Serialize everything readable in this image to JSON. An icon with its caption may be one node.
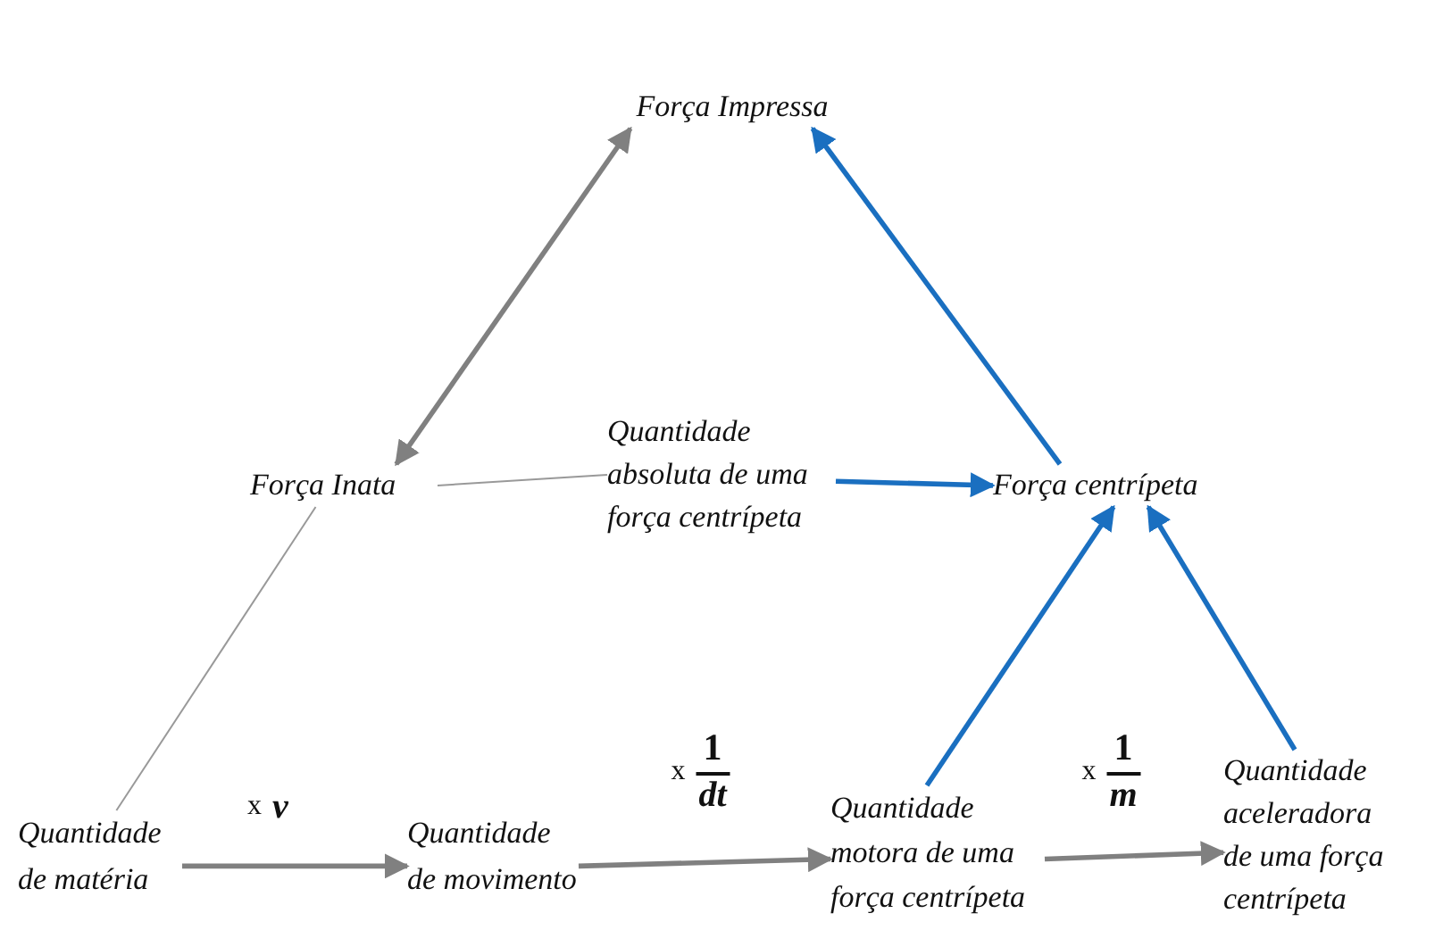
{
  "diagram": {
    "nodes": [
      {
        "text": [
          "Força Impressa"
        ]
      },
      {
        "text": [
          "Força Inata"
        ]
      },
      {
        "text": [
          "Quantidade absoluta de uma força centrípeta"
        ]
      },
      {
        "text": [
          "Força centrípeta"
        ]
      },
      {
        "text": [
          "Quantidade de matéria"
        ]
      },
      {
        "text": [
          "Quantidade de movimento"
        ]
      },
      {
        "text": [
          "Quantidade motora de uma força centrípeta"
        ]
      },
      {
        "text": [
          "Quantidade aceleradora de uma força centrípeta"
        ]
      }
    ],
    "edges": [
      {
        "from": 1,
        "to": 0,
        "arrow": "both"
      },
      {
        "from": 3,
        "to": 0,
        "arrow": "to",
        "color": "#1a6fc0"
      },
      {
        "from": 1,
        "to": 2,
        "arrow": "none"
      },
      {
        "from": 2,
        "to": 3,
        "arrow": "to",
        "color": "#1a6fc0"
      },
      {
        "from": 4,
        "to": 1,
        "arrow": "none"
      },
      {
        "from": 4,
        "to": 5,
        "arrow": "to",
        "label": "x v"
      },
      {
        "from": 5,
        "to": 6,
        "arrow": "to",
        "label": "x 1 dt"
      },
      {
        "from": 6,
        "to": 7,
        "arrow": "to",
        "label": "x 1 m"
      },
      {
        "from": 6,
        "to": 3,
        "arrow": "to",
        "color": "#1a6fc0"
      },
      {
        "from": 7,
        "to": 3,
        "arrow": "to",
        "color": "#1a6fc0"
      }
    ]
  }
}
